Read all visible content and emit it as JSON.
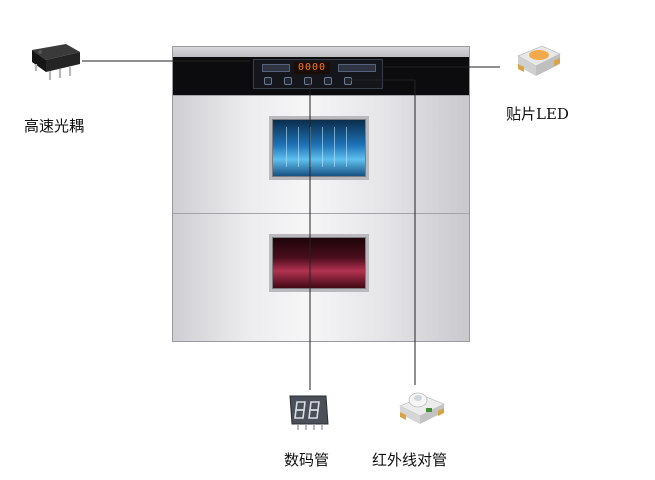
{
  "labels": {
    "optocoupler": "高速光耦",
    "smd_led": "贴片LED",
    "digit_tube": "数码管",
    "ir_pair": "红外线对管"
  },
  "panel": {
    "digits": "0000"
  },
  "colors": {
    "panel_digits": "#ff7a1a",
    "upper_window": "#1d73b8",
    "lower_window": "#b33250",
    "led_lens": "#f2a33a"
  }
}
